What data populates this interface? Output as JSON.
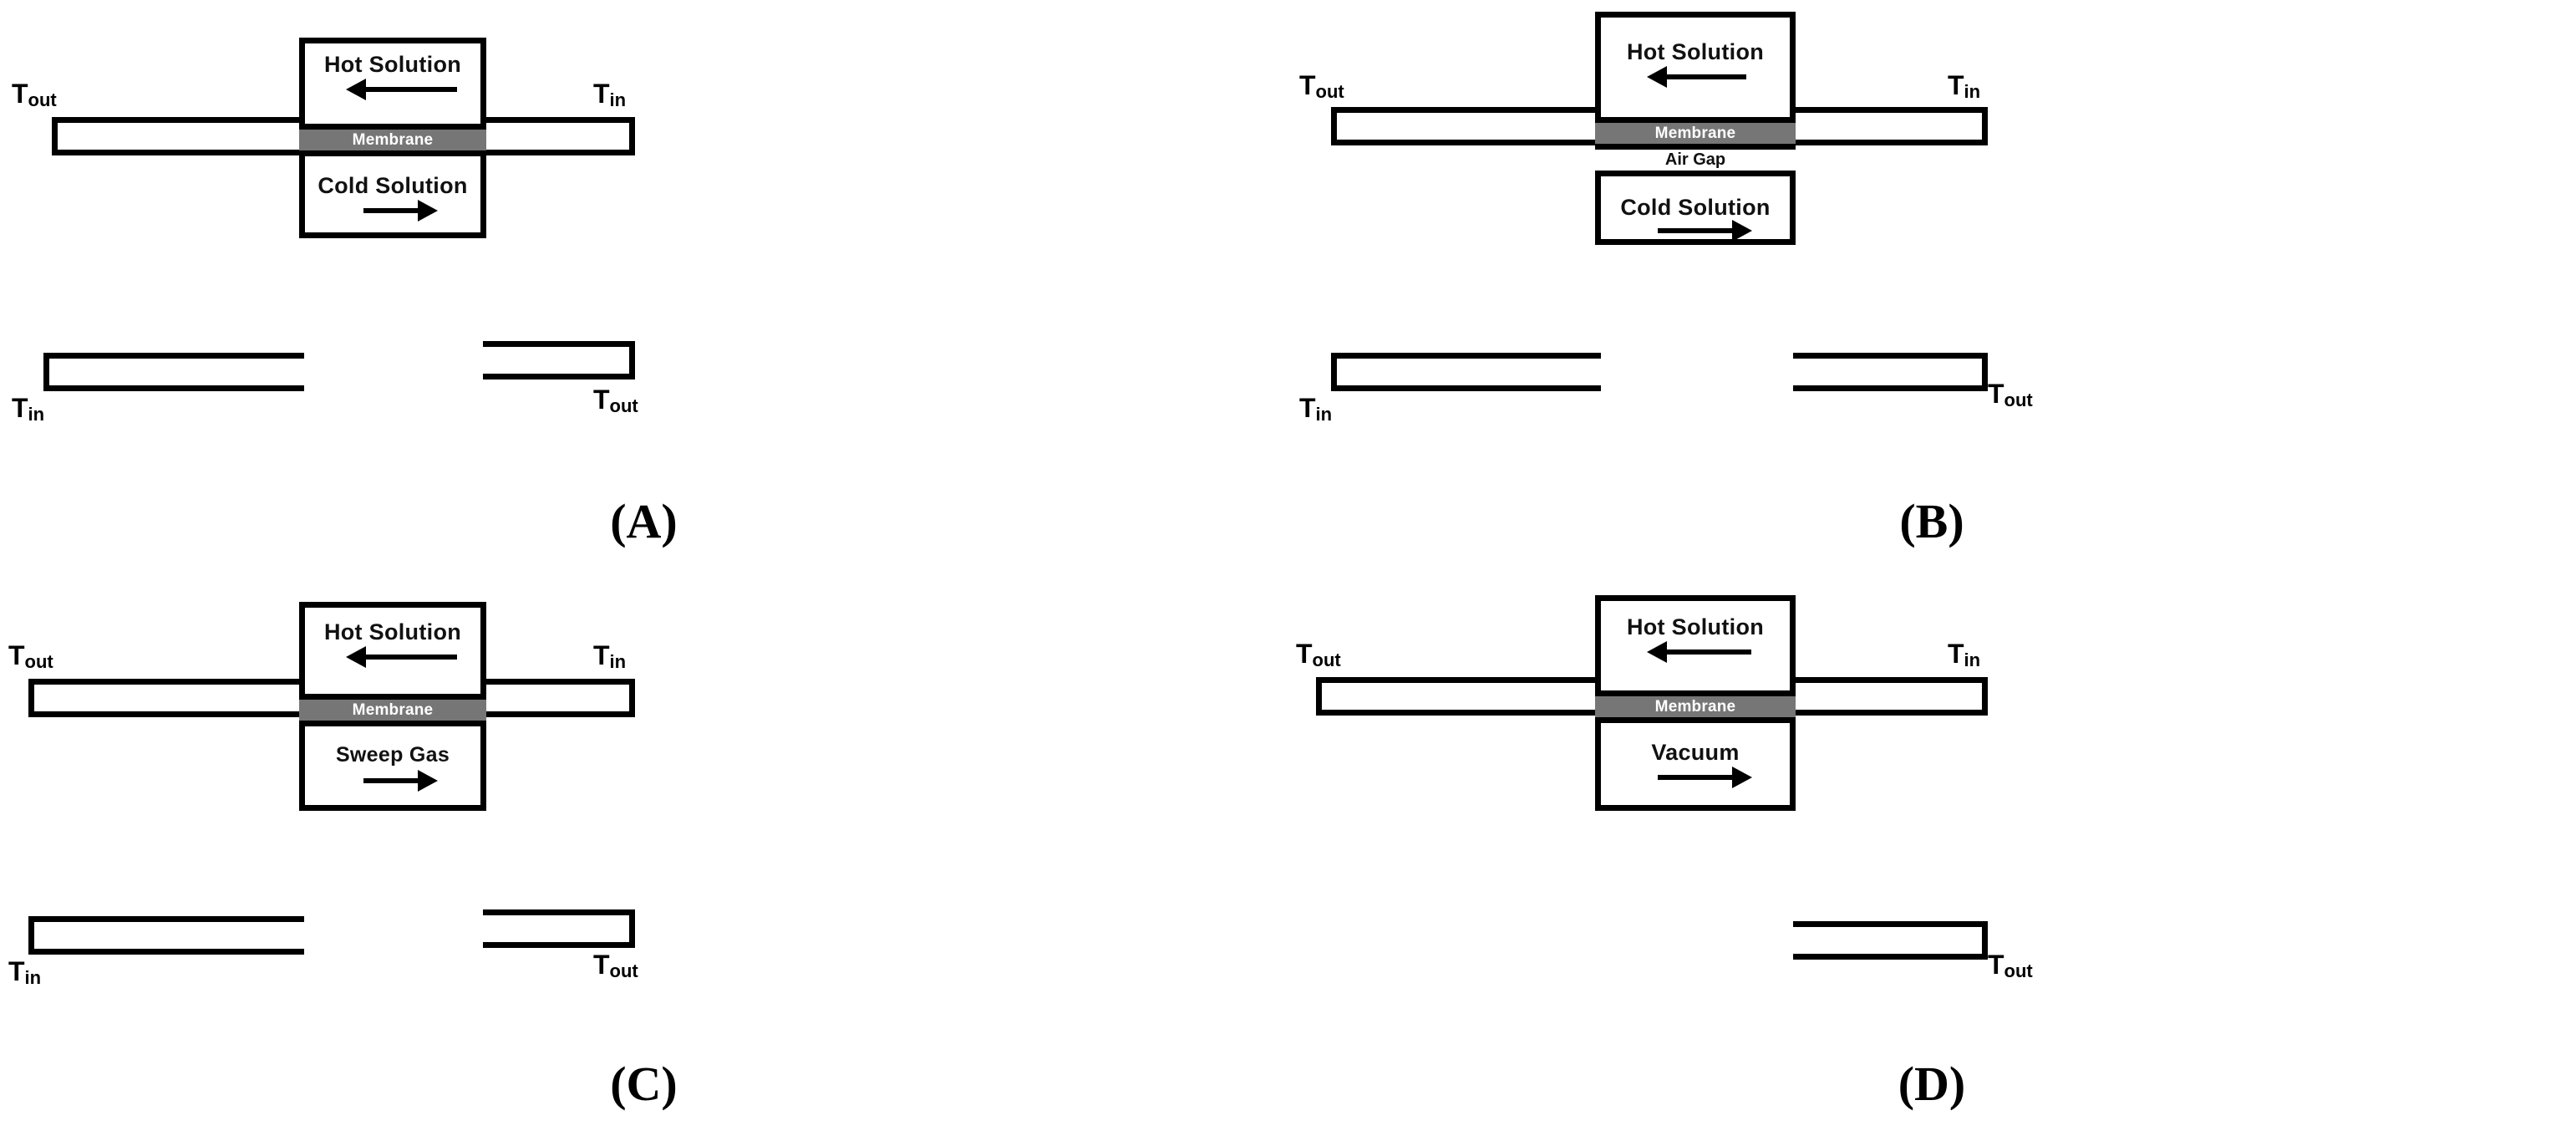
{
  "figure": {
    "description": "Four membrane distillation module configurations",
    "membrane_color": "#767676",
    "line_color": "#000000",
    "background": "#ffffff"
  },
  "panels": [
    {
      "id": "A",
      "caption": "(A)",
      "top_chamber": "Hot Solution",
      "membrane": "Membrane",
      "air_gap": null,
      "bottom_chamber": "Cold Solution",
      "top_flow_direction": "left",
      "bottom_flow_direction": "right",
      "ports": {
        "top_left": "T",
        "top_left_sub": "out",
        "top_right": "T",
        "top_right_sub": "in",
        "bottom_left": "T",
        "bottom_left_sub": "in",
        "bottom_right": "T",
        "bottom_right_sub": "out"
      }
    },
    {
      "id": "B",
      "caption": "(B)",
      "top_chamber": "Hot Solution",
      "membrane": "Membrane",
      "air_gap": "Air Gap",
      "bottom_chamber": "Cold Solution",
      "top_flow_direction": "left",
      "bottom_flow_direction": "right",
      "ports": {
        "top_left": "T",
        "top_left_sub": "out",
        "top_right": "T",
        "top_right_sub": "in",
        "bottom_left": "T",
        "bottom_left_sub": "in",
        "bottom_right": "T",
        "bottom_right_sub": "out"
      }
    },
    {
      "id": "C",
      "caption": "(C)",
      "top_chamber": "Hot Solution",
      "membrane": "Membrane",
      "air_gap": null,
      "bottom_chamber": "Sweep Gas",
      "top_flow_direction": "left",
      "bottom_flow_direction": "right",
      "ports": {
        "top_left": "T",
        "top_left_sub": "out",
        "top_right": "T",
        "top_right_sub": "in",
        "bottom_left": "T",
        "bottom_left_sub": "in",
        "bottom_right": "T",
        "bottom_right_sub": "out"
      }
    },
    {
      "id": "D",
      "caption": "(D)",
      "top_chamber": "Hot Solution",
      "membrane": "Membrane",
      "air_gap": null,
      "bottom_chamber": "Vacuum",
      "top_flow_direction": "left",
      "bottom_flow_direction": "right",
      "ports": {
        "top_left": "T",
        "top_left_sub": "out",
        "top_right": "T",
        "top_right_sub": "in",
        "bottom_left": null,
        "bottom_left_sub": null,
        "bottom_right": "T",
        "bottom_right_sub": "out"
      }
    }
  ]
}
